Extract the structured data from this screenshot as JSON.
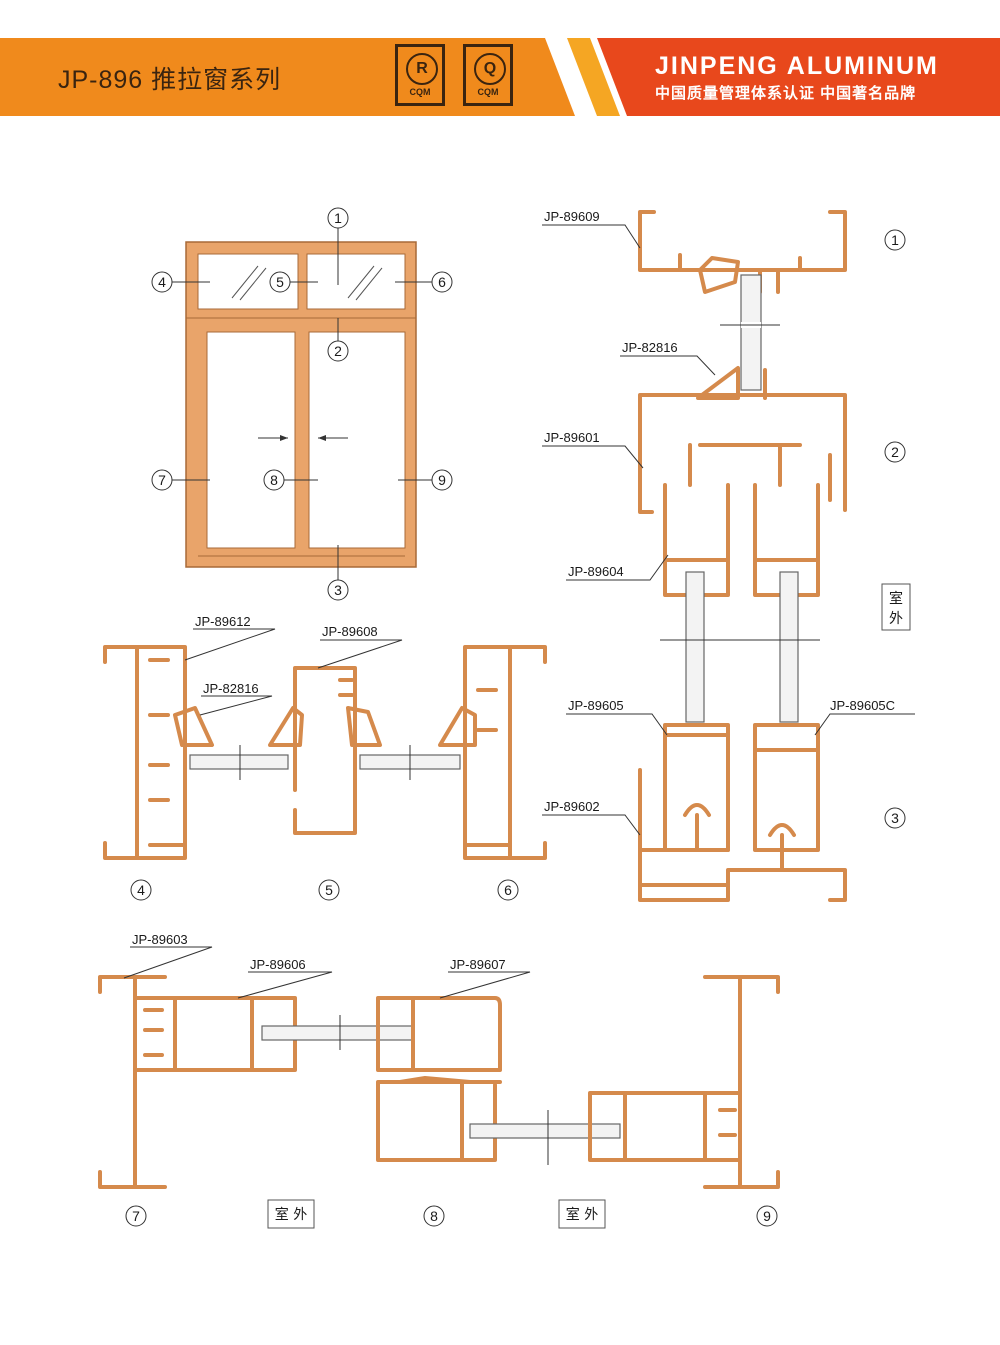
{
  "header": {
    "title": "JP-896 推拉窗系列",
    "brand": "JINPENG ALUMINUM",
    "brand_sub": "中国质量管理体系认证 中国著名品牌",
    "badges": [
      {
        "letter": "R",
        "text": "CQM"
      },
      {
        "letter": "Q",
        "text": "CQM"
      }
    ],
    "colors": {
      "orange": "#f08a1c",
      "red": "#e8481c",
      "profile": "#d58a4c",
      "text": "#3a2410"
    }
  },
  "window": {
    "markers": [
      "1",
      "2",
      "3",
      "4",
      "5",
      "6",
      "7",
      "8",
      "9"
    ]
  },
  "profiles": {
    "jp89609": "JP-89609",
    "jp82816": "JP-82816",
    "jp89601": "JP-89601",
    "jp89604": "JP-89604",
    "jp89605": "JP-89605",
    "jp89605c": "JP-89605C",
    "jp89602": "JP-89602",
    "jp89612": "JP-89612",
    "jp89608": "JP-89608",
    "jp89603": "JP-89603",
    "jp89606": "JP-89606",
    "jp89607": "JP-89607"
  },
  "sections": {
    "right": [
      "1",
      "2",
      "3"
    ],
    "middle": [
      "4",
      "5",
      "6"
    ],
    "bottom": [
      "7",
      "8",
      "9"
    ]
  },
  "outside": {
    "char1": "室",
    "char2": "外",
    "label": "室 外"
  }
}
